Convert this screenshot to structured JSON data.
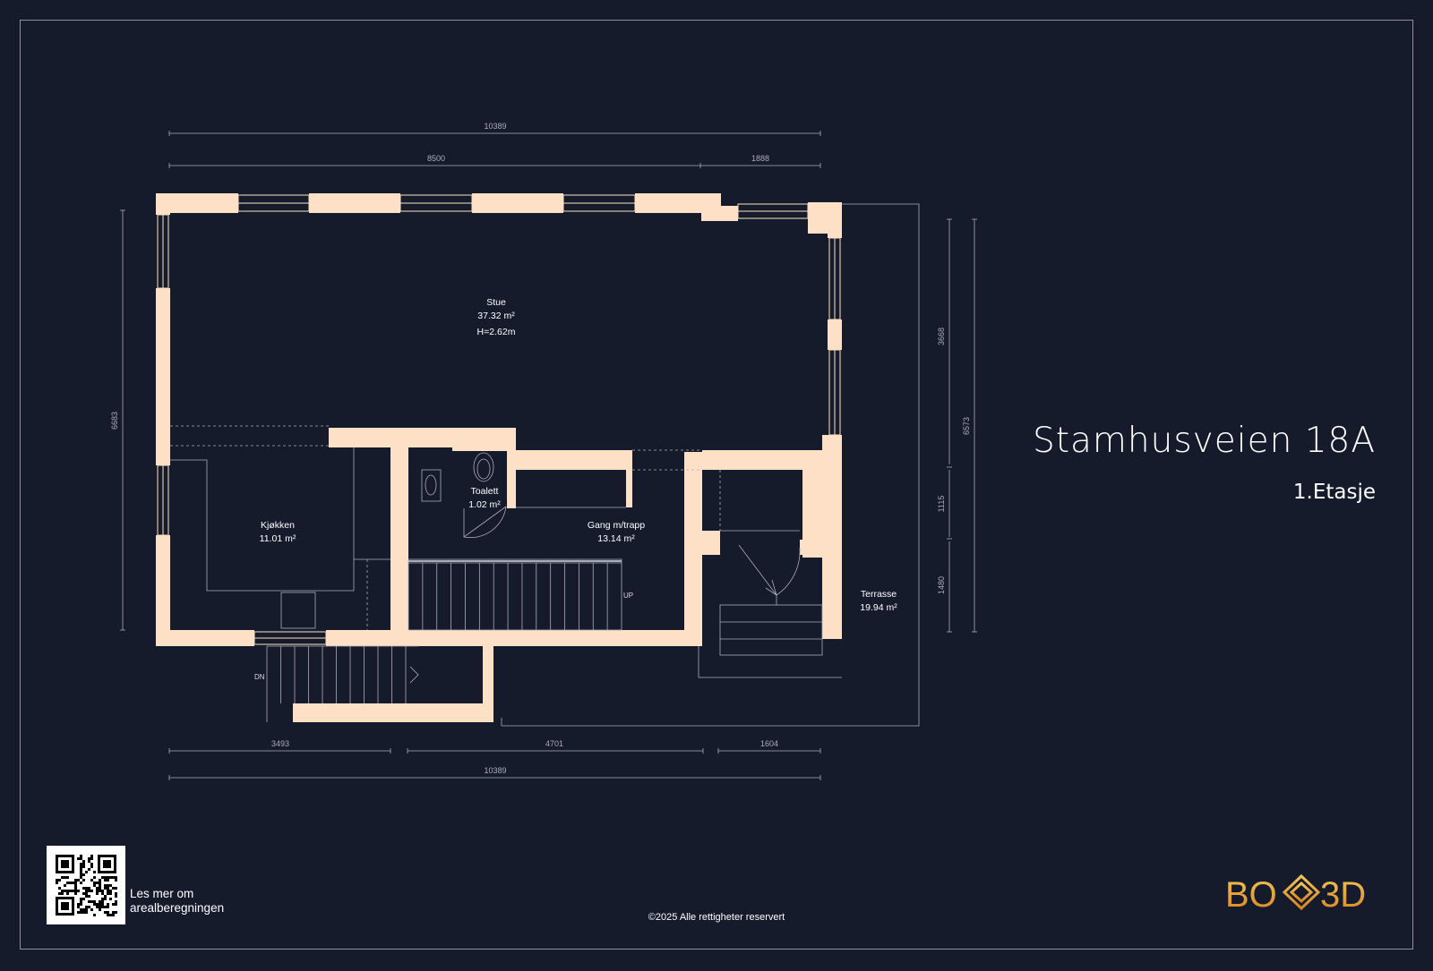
{
  "title": {
    "address": "Stamhusveien 18A",
    "floor": "1.Etasje"
  },
  "rooms": {
    "stue": {
      "name": "Stue",
      "area": "37.32 m²",
      "height": "H=2.62m"
    },
    "kjokken": {
      "name": "Kjøkken",
      "area": "11.01 m²"
    },
    "toalett": {
      "name": "Toalett",
      "area": "1.02 m²"
    },
    "gang": {
      "name": "Gang m/trapp",
      "area": "13.14 m²"
    },
    "terrasse": {
      "name": "Terrasse",
      "area": "19.94 m²"
    }
  },
  "dimensions": {
    "top_total": "10389",
    "top_left": "8500",
    "top_right": "1888",
    "bottom_left": "3493",
    "bottom_mid": "4701",
    "bottom_right": "1604",
    "bottom_total": "10389",
    "left_height": "6683",
    "right_upper": "3668",
    "right_mid": "1115",
    "right_lower": "1480",
    "right_total": "6573"
  },
  "stair_labels": {
    "down": "DN",
    "up": "UP"
  },
  "footer": {
    "qr_caption_line1": "Les mer om",
    "qr_caption_line2": "arealberegningen",
    "copyright": "©2025 Alle rettigheter reservert"
  },
  "logo": {
    "left": "BO",
    "right": "3D"
  },
  "colors": {
    "background": "#161b2c",
    "wall": "#fde0c6",
    "line": "#a9adb8",
    "text": "#ffffff",
    "logo_gold": "#d9a441",
    "logo_orange": "#e07a1f"
  }
}
